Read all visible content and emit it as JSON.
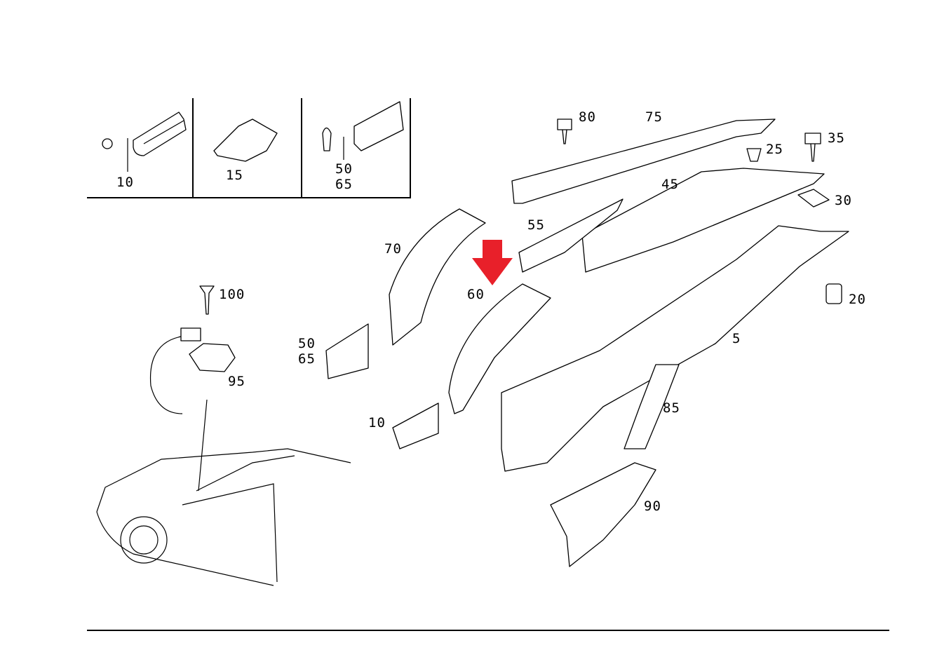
{
  "diagram": {
    "inset_labels": [
      "10",
      "15",
      "50",
      "65"
    ],
    "part_labels": {
      "p5": "5",
      "p20": "20",
      "p25": "25",
      "p30": "30",
      "p35": "35",
      "p45": "45",
      "p50": "50",
      "p55": "55",
      "p60": "60",
      "p65": "65",
      "p70": "70",
      "p75": "75",
      "p80": "80",
      "p85": "85",
      "p90": "90",
      "p95": "95",
      "p100": "100",
      "p10": "10"
    },
    "highlight_color": "#e8202a",
    "highlighted_part": "60"
  }
}
